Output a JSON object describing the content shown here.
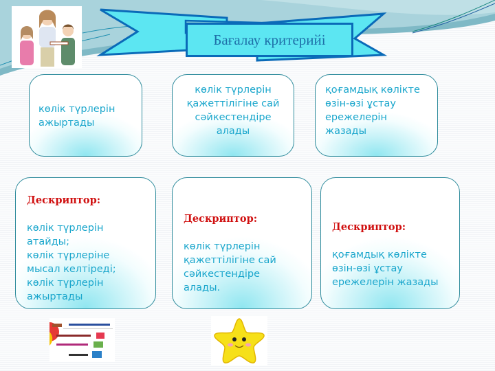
{
  "title": "Бағалау критерийі",
  "criteria": [
    {
      "text": "көлік түрлерін\nажыртады"
    },
    {
      "text": "көлік түрлерін\nқажеттілігіне сай\nсәйкестендіре\nалады"
    },
    {
      "text": "қоғамдық көлікте\n өзін-өзі ұстау\nережелерін\nжазады"
    }
  ],
  "descriptors": [
    {
      "heading": "Дескриптор:",
      "text": "көлік түрлерін\nатайды;\nкөлік түрлеріне\nмысал келтіреді;\nкөлік түрлерін\nажыртады"
    },
    {
      "heading": "Дескриптор:",
      "text": "көлік түрлерін\nқажеттілігіне сай\nсәйкестендіре\nалады."
    },
    {
      "heading": "Дескриптор:",
      "text": "қоғамдық көлікте\nөзін-өзі ұстау\nережелерін жазады"
    }
  ],
  "images": {
    "illustration": "teacher-with-children",
    "thumbnail": "feedback-slide-thumbnail",
    "star": "smiling-star"
  },
  "colors": {
    "banner_fill": "#5ce6f2",
    "banner_border": "#0a6ab8",
    "title_text": "#1e6fa8",
    "body_text": "#1aa6cc",
    "descriptor_heading": "#d01010",
    "box_border": "#2e8b9c"
  }
}
